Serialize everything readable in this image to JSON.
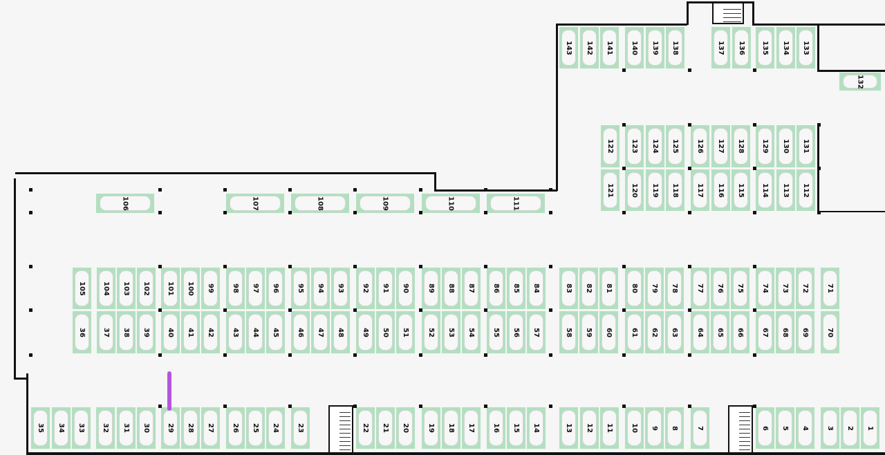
{
  "rows": {
    "top_right": [
      "143",
      "142",
      "141",
      "140",
      "139",
      "138",
      "137",
      "136",
      "135",
      "134",
      "133"
    ],
    "side": [
      "132"
    ],
    "upper_right_a": [
      "122",
      "123",
      "124",
      "125",
      "126",
      "127",
      "128",
      "129",
      "130",
      "131"
    ],
    "upper_right_b": [
      "121",
      "120",
      "119",
      "118",
      "117",
      "116",
      "115",
      "114",
      "113",
      "112"
    ],
    "horizontal": [
      "106",
      "107",
      "108",
      "109",
      "110",
      "111"
    ],
    "middle_a": [
      "105",
      "104",
      "103",
      "102",
      "101",
      "100",
      "99",
      "98",
      "97",
      "96",
      "95",
      "94",
      "93",
      "92",
      "91",
      "90",
      "89",
      "88",
      "87",
      "86",
      "85",
      "84",
      "83",
      "82",
      "81",
      "80",
      "79",
      "78",
      "77",
      "76",
      "75",
      "74",
      "73",
      "72",
      "71"
    ],
    "middle_b": [
      "36",
      "37",
      "38",
      "39",
      "40",
      "41",
      "42",
      "43",
      "44",
      "45",
      "46",
      "47",
      "48",
      "49",
      "50",
      "51",
      "52",
      "53",
      "54",
      "55",
      "56",
      "57",
      "58",
      "59",
      "60",
      "61",
      "62",
      "63",
      "64",
      "65",
      "66",
      "67",
      "68",
      "69",
      "70"
    ],
    "bottom": [
      "35",
      "34",
      "33",
      "32",
      "31",
      "30",
      "29",
      "28",
      "27",
      "26",
      "25",
      "24",
      "23",
      "22",
      "21",
      "20",
      "19",
      "18",
      "17",
      "16",
      "15",
      "14",
      "13",
      "12",
      "11",
      "10",
      "9",
      "8",
      "7",
      "6",
      "5",
      "4",
      "3",
      "2",
      "1"
    ]
  },
  "colors": {
    "spot": "#b3dfc1",
    "highlight": "#b455e0"
  }
}
